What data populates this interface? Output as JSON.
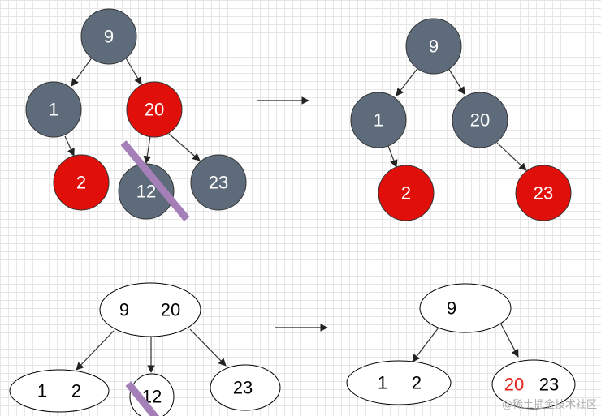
{
  "colors": {
    "black_node": "#5d6b7a",
    "red_node": "#e00f0a",
    "strike": "#a47fb8",
    "edge": "#333333"
  },
  "rb_before": {
    "root": "9",
    "left": "1",
    "right": "20",
    "left_child": "2",
    "right_left": "12",
    "right_right": "23"
  },
  "rb_after": {
    "root": "9",
    "left": "1",
    "right": "20",
    "left_child": "2",
    "right_child": "23"
  },
  "b_before": {
    "root_a": "9",
    "root_b": "20",
    "left_a": "1",
    "left_b": "2",
    "mid": "12",
    "right": "23"
  },
  "b_after": {
    "root": "9",
    "left_a": "1",
    "left_b": "2",
    "right_a": "20",
    "right_b": "23"
  },
  "watermark": "@稀土掘金技术社区"
}
